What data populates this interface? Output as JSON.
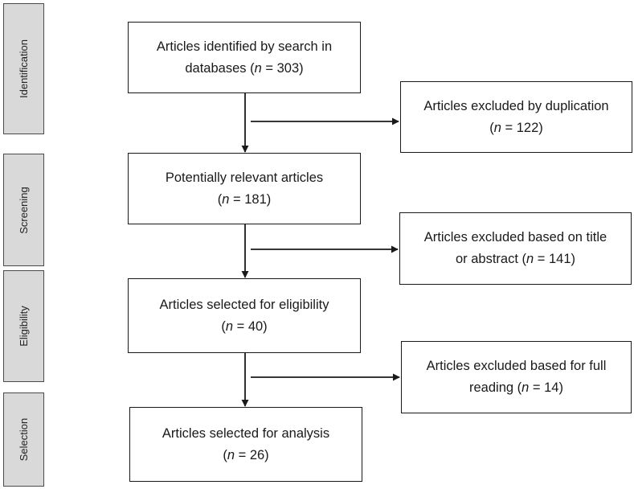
{
  "stages": [
    {
      "id": "identification",
      "label": "Identification"
    },
    {
      "id": "screening",
      "label": "Screening"
    },
    {
      "id": "eligibility",
      "label": "Eligibility"
    },
    {
      "id": "selection",
      "label": "Selection"
    }
  ],
  "main_boxes": [
    {
      "id": "identified",
      "line1": "Articles identified by search in",
      "line2_prefix": "databases (",
      "n_var": "n",
      "n_value": " = 303)"
    },
    {
      "id": "relevant",
      "line1": "Potentially relevant articles",
      "line2_prefix": "(",
      "n_var": "n",
      "n_value": " = 181)"
    },
    {
      "id": "eligibility",
      "line1": "Articles selected for eligibility",
      "line2_prefix": "(",
      "n_var": "n",
      "n_value": " = 40)"
    },
    {
      "id": "analysis",
      "line1": "Articles selected for analysis",
      "line2_prefix": "(",
      "n_var": "n",
      "n_value": " = 26)"
    }
  ],
  "excluded_boxes": [
    {
      "id": "duplication",
      "line1": "Articles excluded by duplication",
      "line2_prefix": "(",
      "n_var": "n",
      "n_value": " = 122)"
    },
    {
      "id": "title-abstract",
      "line1": "Articles excluded based on title",
      "line2_prefix": "or abstract (",
      "n_var": "n",
      "n_value": " = 141)"
    },
    {
      "id": "full-reading",
      "line1": "Articles excluded based for full",
      "line2_prefix": "reading (",
      "n_var": "n",
      "n_value": " = 14)"
    }
  ],
  "colors": {
    "stage_fill": "#d9d9d9",
    "stage_border": "#4a4a4a",
    "box_border": "#1a1a1a",
    "arrow": "#1a1a1a"
  }
}
